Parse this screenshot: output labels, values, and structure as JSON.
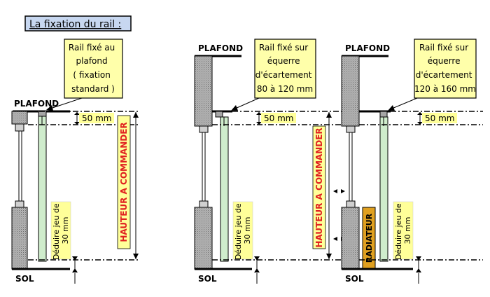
{
  "header": {
    "title": "La fixation du rail  :"
  },
  "labels": {
    "plafond": "PLAFOND",
    "sol": "SOL",
    "mm50": "50 mm",
    "hauteur": "HAUTEUR  A  COMMANDER",
    "radiateur": "RADIATEUR",
    "deduire_1": "Déduire jeu de",
    "deduire_2": "30 mm"
  },
  "diagrams": [
    {
      "callout": [
        "Rail fixé au",
        "plafond",
        "( fixation",
        "standard )"
      ]
    },
    {
      "callout": [
        "Rail fixé sur",
        "équerre",
        "d'écartement",
        "80 à 120 mm"
      ]
    },
    {
      "callout": [
        "Rail fixé sur",
        "équerre",
        "d'écartement",
        "120 à 160 mm"
      ]
    }
  ],
  "colors": {
    "title_bg": "#c7d7f0",
    "callout_bg": "#ffffaa",
    "wall": "#a6a6a6",
    "rail_green": "#cfeccc",
    "radiator": "#e0a020",
    "hauteur_bg": "#ffff99",
    "hauteur_text": "#e02020"
  }
}
